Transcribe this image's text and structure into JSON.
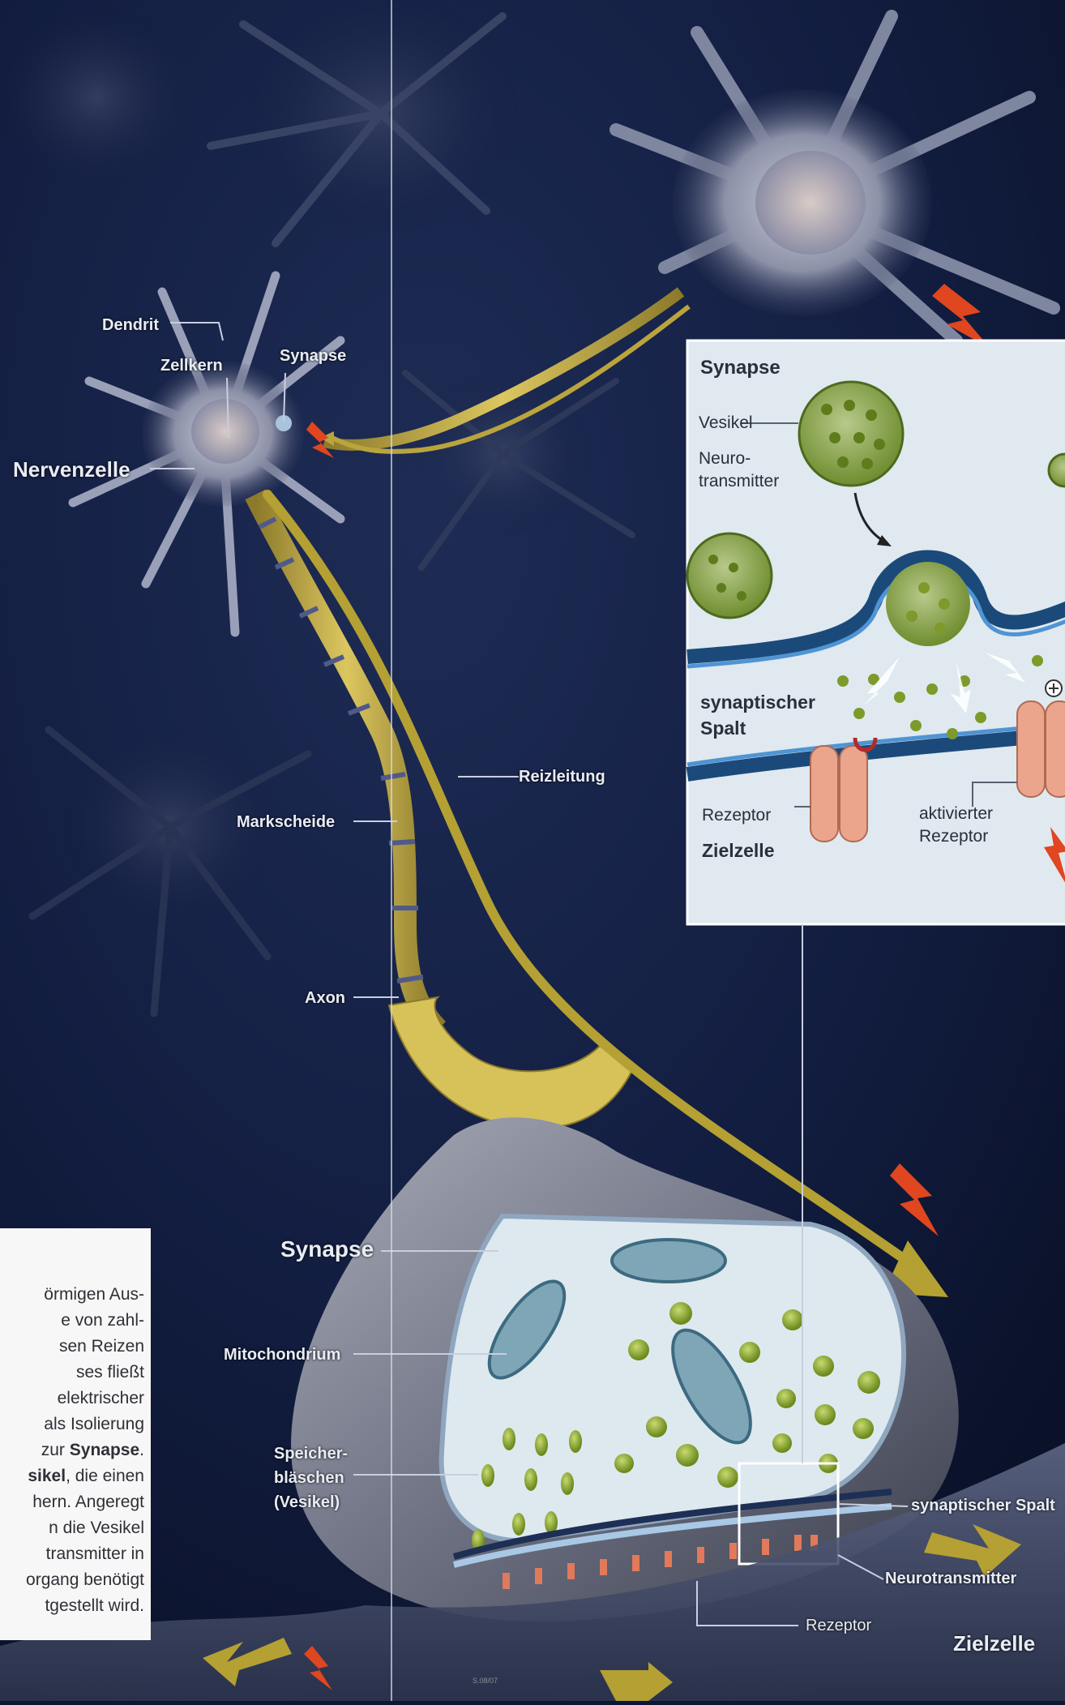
{
  "labels": {
    "dendrit": "Dendrit",
    "zellkern": "Zellkern",
    "synapse_small": "Synapse",
    "nervenzelle": "Nervenzelle",
    "reizleitung": "Reizleitung",
    "markscheide": "Markscheide",
    "axon": "Axon",
    "synapse_large": "Synapse",
    "mitochondrium": "Mitochondrium",
    "speicher_1": "Speicher-",
    "speicher_2": "bläschen",
    "speicher_3": "(Vesikel)",
    "synaptischer_spalt": "synaptischer Spalt",
    "neurotransmitter": "Neurotransmitter",
    "rezeptor": "Rezeptor",
    "zielzelle": "Zielzelle"
  },
  "inset": {
    "title": "Synapse",
    "vesikel": "Vesikel",
    "neuro_1": "Neuro-",
    "neuro_2": "transmitter",
    "spalt_1": "synaptischer",
    "spalt_2": "Spalt",
    "rezeptor": "Rezeptor",
    "aktiv_1": "aktivierter",
    "aktiv_2": "Rezeptor",
    "zielzelle": "Zielzelle"
  },
  "textbox": {
    "lines": [
      "örmigen Aus-",
      "e von zahl-",
      "sen Reizen",
      "ses fließt",
      "elektrischer",
      "als Isolierung",
      "zur ",
      "sikel",
      "hern. Angeregt",
      "n die Vesikel",
      "transmitter in",
      "organg benötigt",
      "tgestellt wird."
    ],
    "bold_synapse": "Synapse",
    "line7_tail": ".",
    "line8_tail": ", die einen"
  },
  "page_marker": "S.08/07",
  "colors": {
    "background": "#0d1632",
    "axon_yellow": "#c9b44a",
    "inset_bg": "#dfe9ef",
    "vesicle_green": "#9fb53c",
    "receptor_pink": "#e9a08a",
    "membrane_blue": "#1b4a7a",
    "lightning": "#e0461f"
  }
}
